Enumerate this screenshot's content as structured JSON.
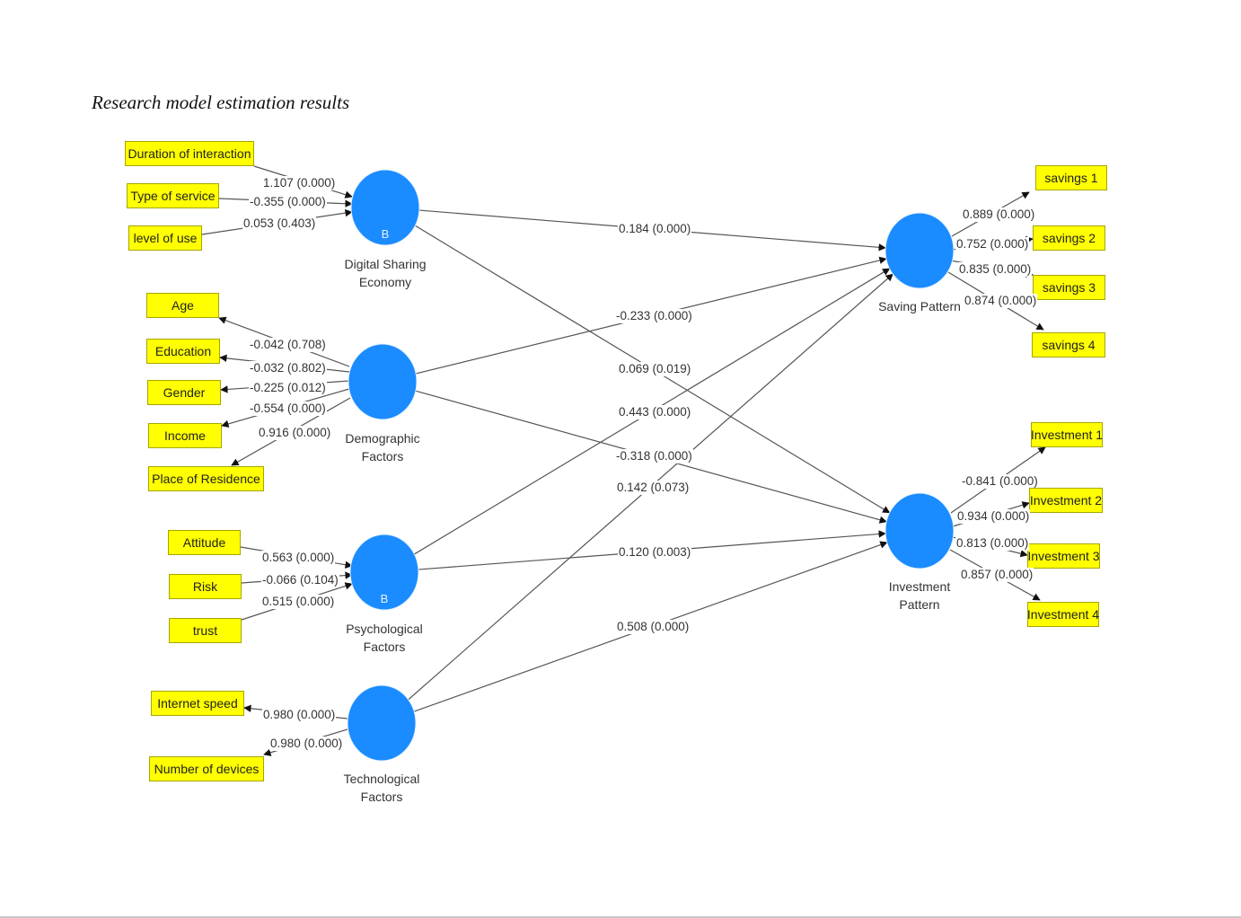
{
  "title": "Research model estimation results",
  "colors": {
    "latent": "#1a8cff",
    "indicator": "#ffff00",
    "edge": "#555555"
  },
  "latents": [
    {
      "id": "dse",
      "label": "Digital Sharing\nEconomy",
      "mark": "B"
    },
    {
      "id": "demo",
      "label": "Demographic\nFactors",
      "mark": ""
    },
    {
      "id": "psych",
      "label": "Psychological\nFactors",
      "mark": "B"
    },
    {
      "id": "tech",
      "label": "Technological\nFactors",
      "mark": ""
    },
    {
      "id": "save",
      "label": "Saving Pattern",
      "mark": ""
    },
    {
      "id": "inv",
      "label": "Investment\nPattern",
      "mark": ""
    }
  ],
  "indicators": [
    {
      "label": "Duration of interaction",
      "latent": "dse",
      "loading": "1.107 (0.000)",
      "direction": "in"
    },
    {
      "label": "Type of service",
      "latent": "dse",
      "loading": "-0.355 (0.000)",
      "direction": "in"
    },
    {
      "label": "level of use",
      "latent": "dse",
      "loading": "0.053 (0.403)",
      "direction": "in"
    },
    {
      "label": "Age",
      "latent": "demo",
      "loading": "-0.042 (0.708)",
      "direction": "out"
    },
    {
      "label": "Education",
      "latent": "demo",
      "loading": "-0.032 (0.802)",
      "direction": "out"
    },
    {
      "label": "Gender",
      "latent": "demo",
      "loading": "-0.225 (0.012)",
      "direction": "out"
    },
    {
      "label": "Income",
      "latent": "demo",
      "loading": "-0.554 (0.000)",
      "direction": "out"
    },
    {
      "label": "Place of Residence",
      "latent": "demo",
      "loading": "0.916 (0.000)",
      "direction": "out"
    },
    {
      "label": "Attitude",
      "latent": "psych",
      "loading": "0.563 (0.000)",
      "direction": "in"
    },
    {
      "label": "Risk",
      "latent": "psych",
      "loading": "-0.066 (0.104)",
      "direction": "in"
    },
    {
      "label": "trust",
      "latent": "psych",
      "loading": "0.515 (0.000)",
      "direction": "in"
    },
    {
      "label": "Internet speed",
      "latent": "tech",
      "loading": "0.980 (0.000)",
      "direction": "out"
    },
    {
      "label": "Number of devices",
      "latent": "tech",
      "loading": "0.980 (0.000)",
      "direction": "out"
    },
    {
      "label": "savings 1",
      "latent": "save",
      "loading": "0.889 (0.000)",
      "direction": "out"
    },
    {
      "label": "savings 2",
      "latent": "save",
      "loading": "0.752 (0.000)",
      "direction": "out"
    },
    {
      "label": "savings 3",
      "latent": "save",
      "loading": "0.835 (0.000)",
      "direction": "out"
    },
    {
      "label": "savings 4",
      "latent": "save",
      "loading": "0.874 (0.000)",
      "direction": "out"
    },
    {
      "label": "Investment 1",
      "latent": "inv",
      "loading": "-0.841 (0.000)",
      "direction": "out"
    },
    {
      "label": "Investment 2",
      "latent": "inv",
      "loading": "0.934 (0.000)",
      "direction": "out"
    },
    {
      "label": "Investment 3",
      "latent": "inv",
      "loading": "0.813 (0.000)",
      "direction": "out"
    },
    {
      "label": "Investment 4",
      "latent": "inv",
      "loading": "0.857 (0.000)",
      "direction": "out"
    }
  ],
  "paths": [
    {
      "from": "dse",
      "to": "save",
      "coef": "0.184 (0.000)"
    },
    {
      "from": "demo",
      "to": "save",
      "coef": "-0.233 (0.000)"
    },
    {
      "from": "dse",
      "to": "inv",
      "coef": "0.069 (0.019)"
    },
    {
      "from": "psych",
      "to": "save",
      "coef": "0.443 (0.000)"
    },
    {
      "from": "demo",
      "to": "inv",
      "coef": "-0.318 (0.000)"
    },
    {
      "from": "tech",
      "to": "save",
      "coef": "0.142 (0.073)"
    },
    {
      "from": "psych",
      "to": "inv",
      "coef": "0.120 (0.003)"
    },
    {
      "from": "tech",
      "to": "inv",
      "coef": "0.508 (0.000)"
    }
  ]
}
